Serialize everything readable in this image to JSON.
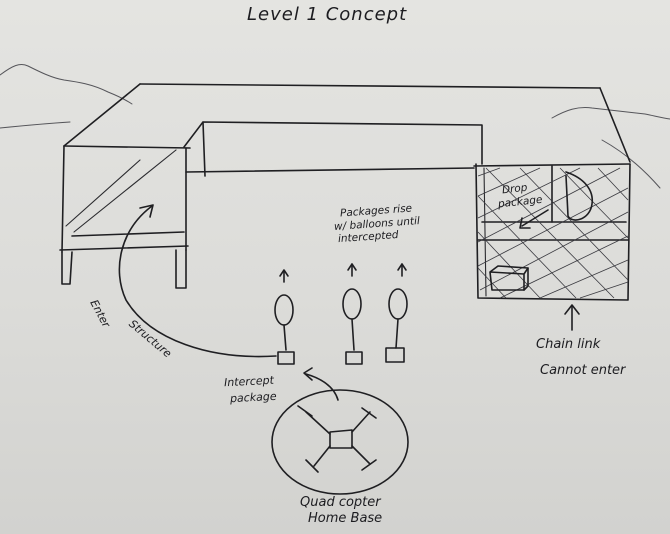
{
  "title": "Level 1 Concept",
  "labels": {
    "packages_rise_1": "Packages rise",
    "packages_rise_2": "w/ balloons until",
    "packages_rise_3": "intercepted",
    "drop_1": "Drop",
    "drop_2": "package",
    "enter": "Enter",
    "structure": "Structure",
    "intercept_1": "Intercept",
    "intercept_2": "package",
    "chain_1": "Chain link",
    "chain_2": "Cannot enter",
    "quad_1": "Quad copter",
    "quad_2": "Home Base"
  },
  "colors": {
    "paper": "#dcdcd9",
    "ink": "#1f1f22"
  }
}
